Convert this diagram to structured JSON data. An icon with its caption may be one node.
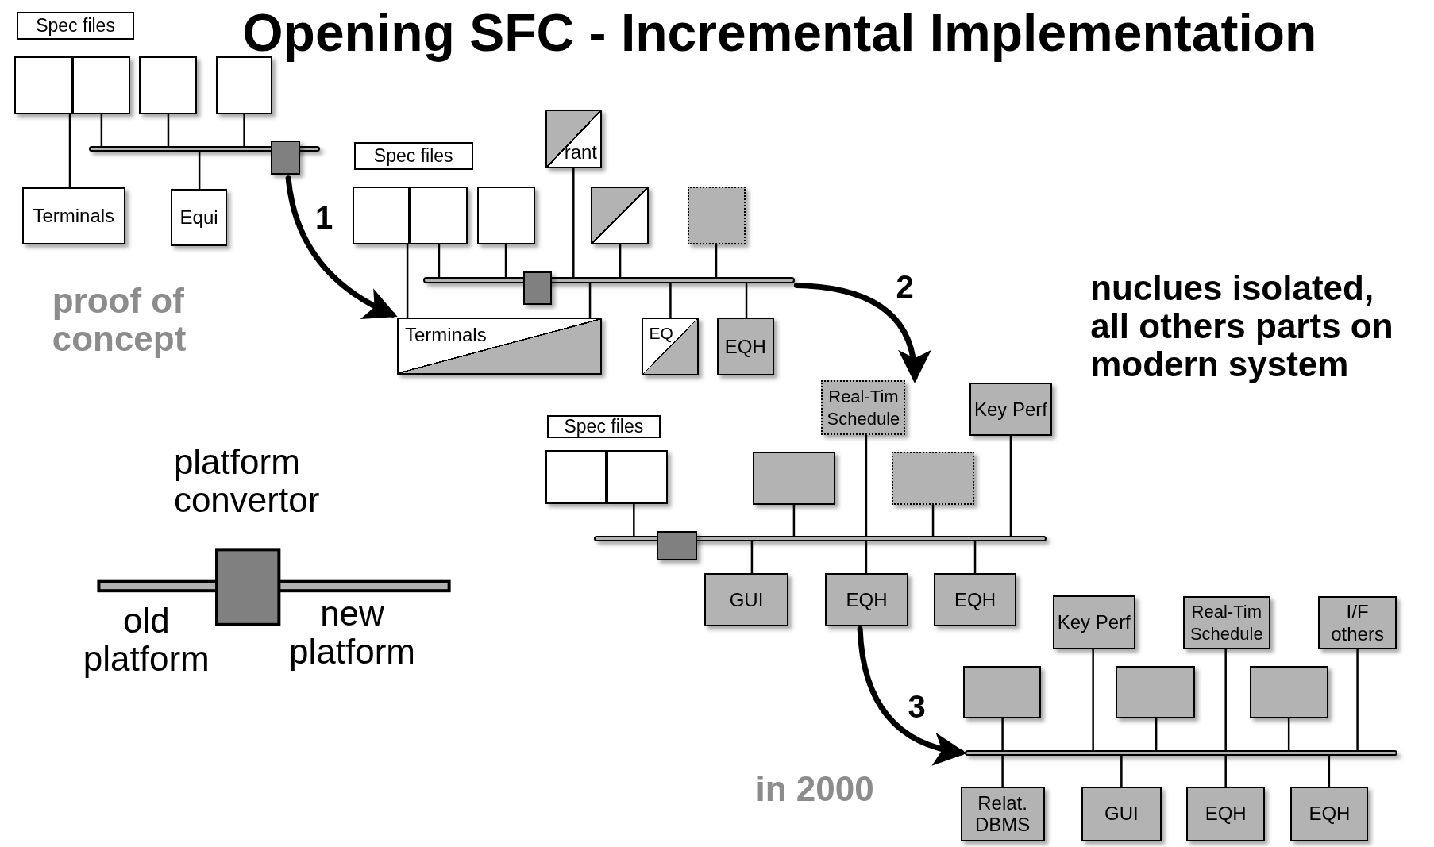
{
  "diagram": {
    "title": "Opening SFC - Incremental Implementation",
    "nodes": [
      {
        "text": [
          "Spec files"
        ]
      },
      {
        "text": [],
        "shape": "box"
      },
      {
        "text": [],
        "shape": "box"
      },
      {
        "text": [],
        "shape": "box"
      },
      {
        "text": [],
        "shape": "box"
      },
      {
        "text": [],
        "shape": "bar"
      },
      {
        "text": [],
        "shape": "box"
      },
      {
        "text": [
          "Terminals"
        ]
      },
      {
        "text": [
          "Equi"
        ]
      },
      {
        "text": [
          "Spec files"
        ]
      },
      {
        "text": [],
        "shape": "box"
      },
      {
        "text": [],
        "shape": "box"
      },
      {
        "text": [],
        "shape": "box"
      },
      {
        "text": [
          "rant"
        ]
      },
      {
        "text": [],
        "shape": "box"
      },
      {
        "text": [],
        "shape": "box"
      },
      {
        "text": [],
        "shape": "bar"
      },
      {
        "text": [],
        "shape": "box"
      },
      {
        "text": [
          "Terminals"
        ]
      },
      {
        "text": [
          "EQ"
        ]
      },
      {
        "text": [
          "EQH"
        ]
      },
      {
        "text": [
          "Spec files"
        ]
      },
      {
        "text": [],
        "shape": "box"
      },
      {
        "text": [],
        "shape": "box"
      },
      {
        "text": [],
        "shape": "box"
      },
      {
        "text": [
          "Real-Tim Schedule"
        ]
      },
      {
        "text": [],
        "shape": "box"
      },
      {
        "text": [
          "Key Perf"
        ]
      },
      {
        "text": [],
        "shape": "bar"
      },
      {
        "text": [],
        "shape": "box"
      },
      {
        "text": [
          "GUI"
        ]
      },
      {
        "text": [
          "EQH"
        ]
      },
      {
        "text": [
          "EQH"
        ]
      },
      {
        "text": [
          "Key Perf"
        ]
      },
      {
        "text": [
          "Real-Tim Schedule"
        ]
      },
      {
        "text": [
          "I/F others"
        ]
      },
      {
        "text": [],
        "shape": "box"
      },
      {
        "text": [],
        "shape": "box"
      },
      {
        "text": [],
        "shape": "box"
      },
      {
        "text": [],
        "shape": "bar"
      },
      {
        "text": [
          "Relat. DBMS"
        ]
      },
      {
        "text": [
          "GUI"
        ]
      },
      {
        "text": [
          "EQH"
        ]
      },
      {
        "text": [
          "EQH"
        ]
      }
    ],
    "edges": [
      {
        "from": 1,
        "to": 7,
        "arrow": "none"
      },
      {
        "from": 2,
        "to": 5,
        "arrow": "none"
      },
      {
        "from": 3,
        "to": 5,
        "arrow": "none"
      },
      {
        "from": 4,
        "to": 5,
        "arrow": "none"
      },
      {
        "from": 5,
        "to": 8,
        "arrow": "none"
      },
      {
        "from": 10,
        "to": 18,
        "arrow": "none"
      },
      {
        "from": 11,
        "to": 16,
        "arrow": "none"
      },
      {
        "from": 12,
        "to": 16,
        "arrow": "none"
      },
      {
        "from": 13,
        "to": 16,
        "arrow": "none"
      },
      {
        "from": 14,
        "to": 16,
        "arrow": "none"
      },
      {
        "from": 15,
        "to": 16,
        "arrow": "none"
      },
      {
        "from": 16,
        "to": 18,
        "arrow": "none"
      },
      {
        "from": 16,
        "to": 19,
        "arrow": "none"
      },
      {
        "from": 16,
        "to": 20,
        "arrow": "none"
      },
      {
        "from": 23,
        "to": 28,
        "arrow": "none"
      },
      {
        "from": 24,
        "to": 28,
        "arrow": "none"
      },
      {
        "from": 25,
        "to": 28,
        "arrow": "none"
      },
      {
        "from": 26,
        "to": 28,
        "arrow": "none"
      },
      {
        "from": 27,
        "to": 28,
        "arrow": "none"
      },
      {
        "from": 28,
        "to": 30,
        "arrow": "none"
      },
      {
        "from": 28,
        "to": 31,
        "arrow": "none"
      },
      {
        "from": 28,
        "to": 32,
        "arrow": "none"
      },
      {
        "from": 36,
        "to": 39,
        "arrow": "none"
      },
      {
        "from": 33,
        "to": 39,
        "arrow": "none"
      },
      {
        "from": 37,
        "to": 39,
        "arrow": "none"
      },
      {
        "from": 34,
        "to": 39,
        "arrow": "none"
      },
      {
        "from": 38,
        "to": 39,
        "arrow": "none"
      },
      {
        "from": 35,
        "to": 39,
        "arrow": "none"
      },
      {
        "from": 39,
        "to": 40,
        "arrow": "none"
      },
      {
        "from": 39,
        "to": 41,
        "arrow": "none"
      },
      {
        "from": 39,
        "to": 42,
        "arrow": "none"
      },
      {
        "from": 39,
        "to": 43,
        "arrow": "none"
      },
      {
        "from": 6,
        "to": 18,
        "arrow": "to",
        "label": "1",
        "style": "thick"
      },
      {
        "from": 16,
        "to": 25,
        "arrow": "to",
        "label": "2",
        "style": "thick"
      },
      {
        "from": 31,
        "to": 39,
        "arrow": "to",
        "label": "3",
        "style": "thick"
      }
    ],
    "labels": [
      "proof of concept",
      "nuclues isolated, all others parts on modern system",
      "platform convertor",
      "old platform",
      "new platform",
      "in 2000"
    ]
  }
}
